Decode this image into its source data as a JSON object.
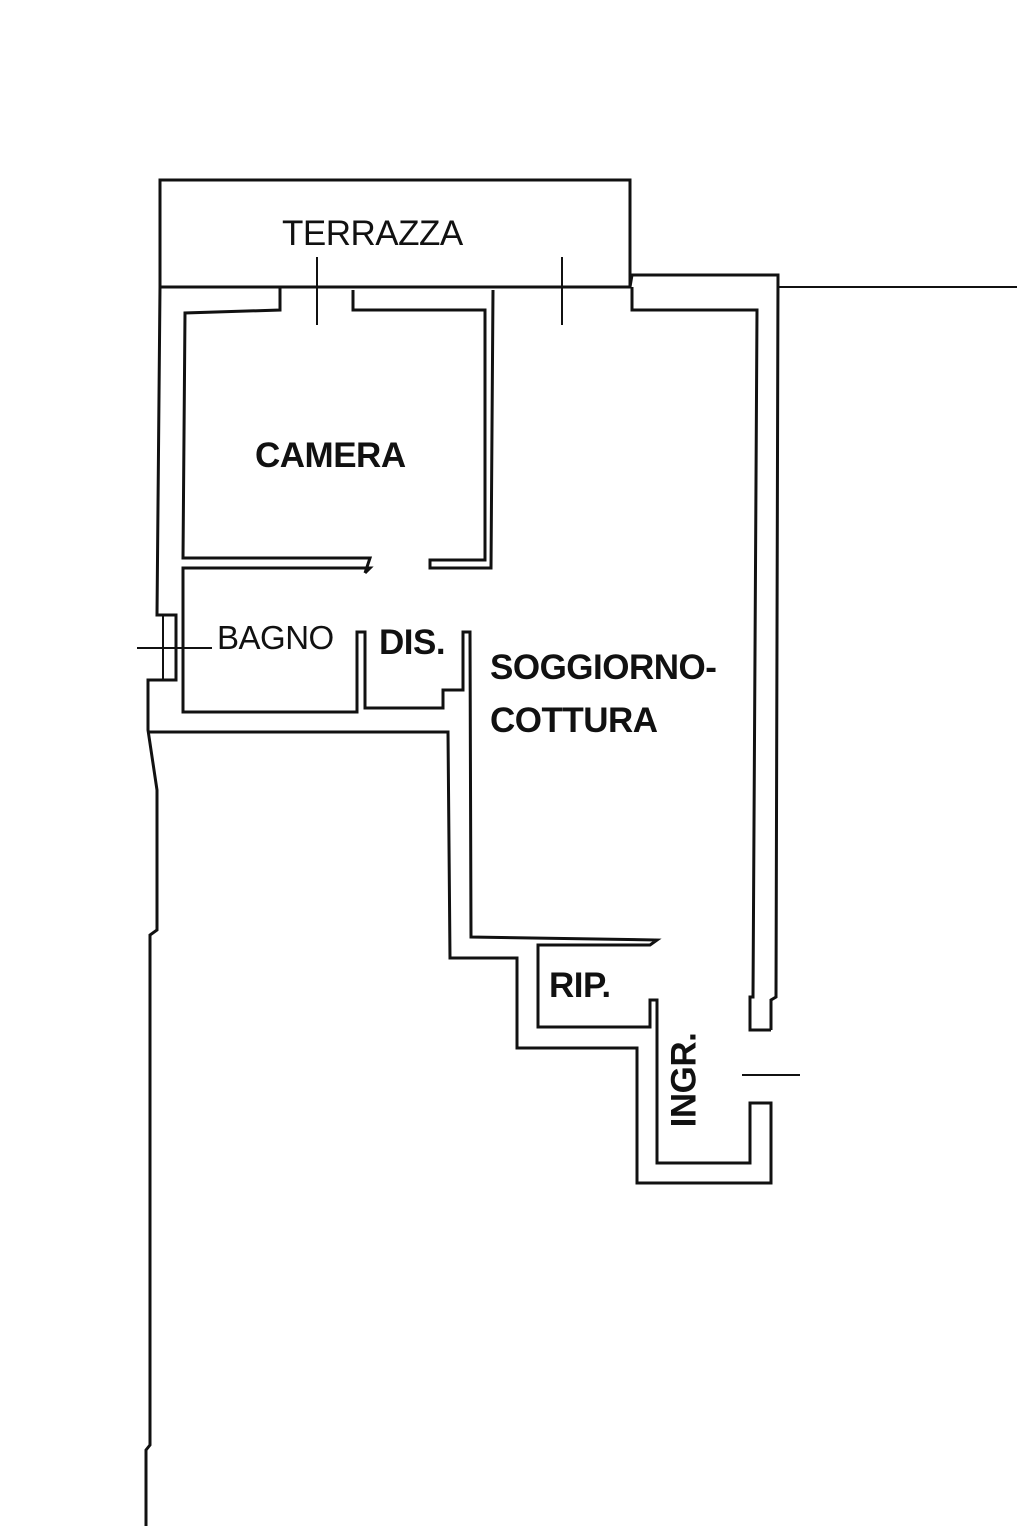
{
  "plan": {
    "rooms": {
      "terrazza": "TERRAZZA",
      "camera": "CAMERA",
      "bagno": "BAGNO",
      "dis": "DIS.",
      "soggiorno_line1": "SOGGIORNO-",
      "soggiorno_line2": "COTTURA",
      "rip": "RIP.",
      "ingr": "INGR."
    },
    "colors": {
      "line": "#111111",
      "background": "#ffffff"
    }
  }
}
